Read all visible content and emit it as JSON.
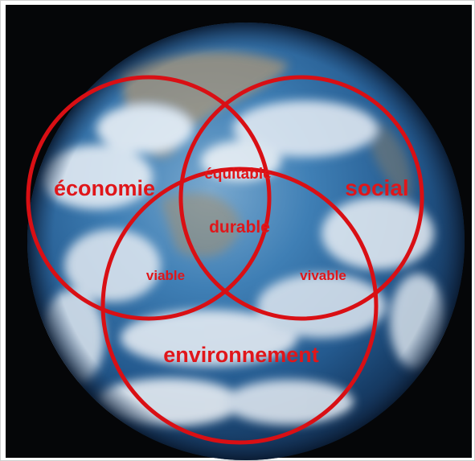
{
  "diagram": {
    "circles": {
      "economie": "économie",
      "social": "social",
      "environnement": "environnement"
    },
    "intersections": {
      "economie_social": "équitable",
      "economie_environnement": "viable",
      "social_environnement": "vivable",
      "center": "durable"
    },
    "colors": {
      "circle_stroke": "#d90f14",
      "label_text": "#e0161a",
      "background": "#050608",
      "earth_ocean": "#2f6fa8"
    }
  }
}
